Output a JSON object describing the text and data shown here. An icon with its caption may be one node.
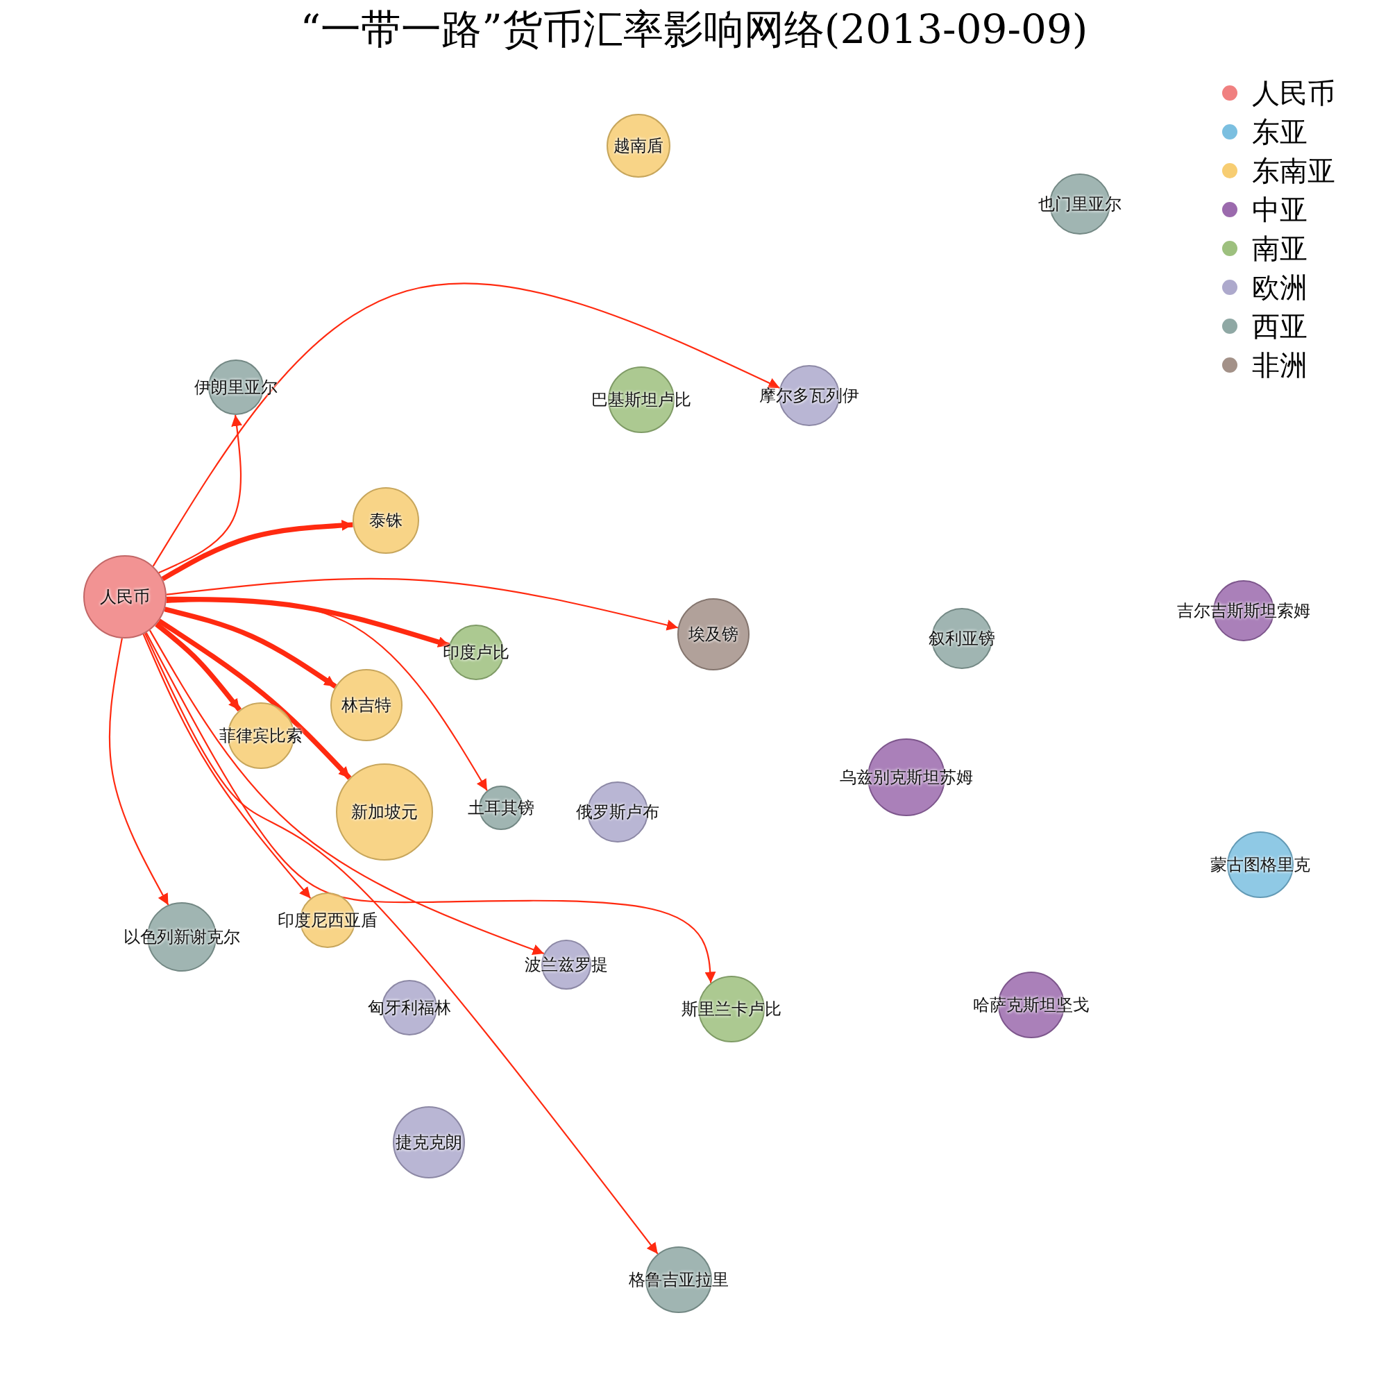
{
  "diagram": {
    "title": "“一带一路”货币汇率影响网络(2013-09-09)",
    "nodes": [
      {
        "text": [
          "人民币"
        ]
      },
      {
        "text": [
          "越南盾"
        ]
      },
      {
        "text": [
          "也门里亚尔"
        ]
      },
      {
        "text": [
          "伊朗里亚尔"
        ]
      },
      {
        "text": [
          "巴基斯坦卢比"
        ]
      },
      {
        "text": [
          "摩尔多瓦列伊"
        ]
      },
      {
        "text": [
          "泰铢"
        ]
      },
      {
        "text": [
          "埃及镑"
        ]
      },
      {
        "text": [
          "叙利亚镑"
        ]
      },
      {
        "text": [
          "吉尔吉斯斯坦索姆"
        ]
      },
      {
        "text": [
          "印度卢比"
        ]
      },
      {
        "text": [
          "林吉特"
        ]
      },
      {
        "text": [
          "菲律宾比索"
        ]
      },
      {
        "text": [
          "新加坡元"
        ]
      },
      {
        "text": [
          "土耳其镑"
        ]
      },
      {
        "text": [
          "俄罗斯卢布"
        ]
      },
      {
        "text": [
          "乌兹别克斯坦苏姆"
        ]
      },
      {
        "text": [
          "蒙古图格里克"
        ]
      },
      {
        "text": [
          "以色列新谢克尔"
        ]
      },
      {
        "text": [
          "印度尼西亚盾"
        ]
      },
      {
        "text": [
          "波兰兹罗提"
        ]
      },
      {
        "text": [
          "匈牙利福林"
        ]
      },
      {
        "text": [
          "斯里兰卡卢比"
        ]
      },
      {
        "text": [
          "哈萨克斯坦坚戈"
        ]
      },
      {
        "text": [
          "捷克克朗"
        ]
      },
      {
        "text": [
          "格鲁吉亚拉里"
        ]
      }
    ],
    "edges": [
      {
        "from": 0,
        "to": 3,
        "arrow": "to",
        "color": "#ff2a10"
      },
      {
        "from": 0,
        "to": 5,
        "arrow": "to",
        "color": "#ff2a10"
      },
      {
        "from": 0,
        "to": 6,
        "arrow": "to",
        "style": "thick",
        "color": "#ff2a10"
      },
      {
        "from": 0,
        "to": 7,
        "arrow": "to",
        "color": "#ff2a10"
      },
      {
        "from": 0,
        "to": 10,
        "arrow": "to",
        "style": "thick",
        "color": "#ff2a10"
      },
      {
        "from": 0,
        "to": 11,
        "arrow": "to",
        "style": "thick",
        "color": "#ff2a10"
      },
      {
        "from": 0,
        "to": 12,
        "arrow": "to",
        "style": "thick",
        "color": "#ff2a10"
      },
      {
        "from": 0,
        "to": 13,
        "arrow": "to",
        "style": "thick",
        "color": "#ff2a10"
      },
      {
        "from": 0,
        "to": 14,
        "arrow": "to",
        "color": "#ff2a10"
      },
      {
        "from": 0,
        "to": 19,
        "arrow": "to",
        "color": "#ff2a10"
      },
      {
        "from": 0,
        "to": 18,
        "arrow": "to",
        "color": "#ff2a10"
      },
      {
        "from": 0,
        "to": 20,
        "arrow": "to",
        "color": "#ff2a10"
      },
      {
        "from": 0,
        "to": 22,
        "arrow": "to",
        "color": "#ff2a10"
      },
      {
        "from": 0,
        "to": 25,
        "arrow": "to",
        "color": "#ff2a10"
      }
    ],
    "legend": [
      {
        "text": "人民币",
        "color": "#f08080"
      },
      {
        "text": "东亚",
        "color": "#7bbfe0"
      },
      {
        "text": "东南亚",
        "color": "#f7cd72"
      },
      {
        "text": "中亚",
        "color": "#9b6aad"
      },
      {
        "text": "南亚",
        "color": "#9dc07e"
      },
      {
        "text": "欧洲",
        "color": "#ada9cc"
      },
      {
        "text": "西亚",
        "color": "#8fa8a4"
      },
      {
        "text": "非洲",
        "color": "#a39188"
      }
    ]
  }
}
